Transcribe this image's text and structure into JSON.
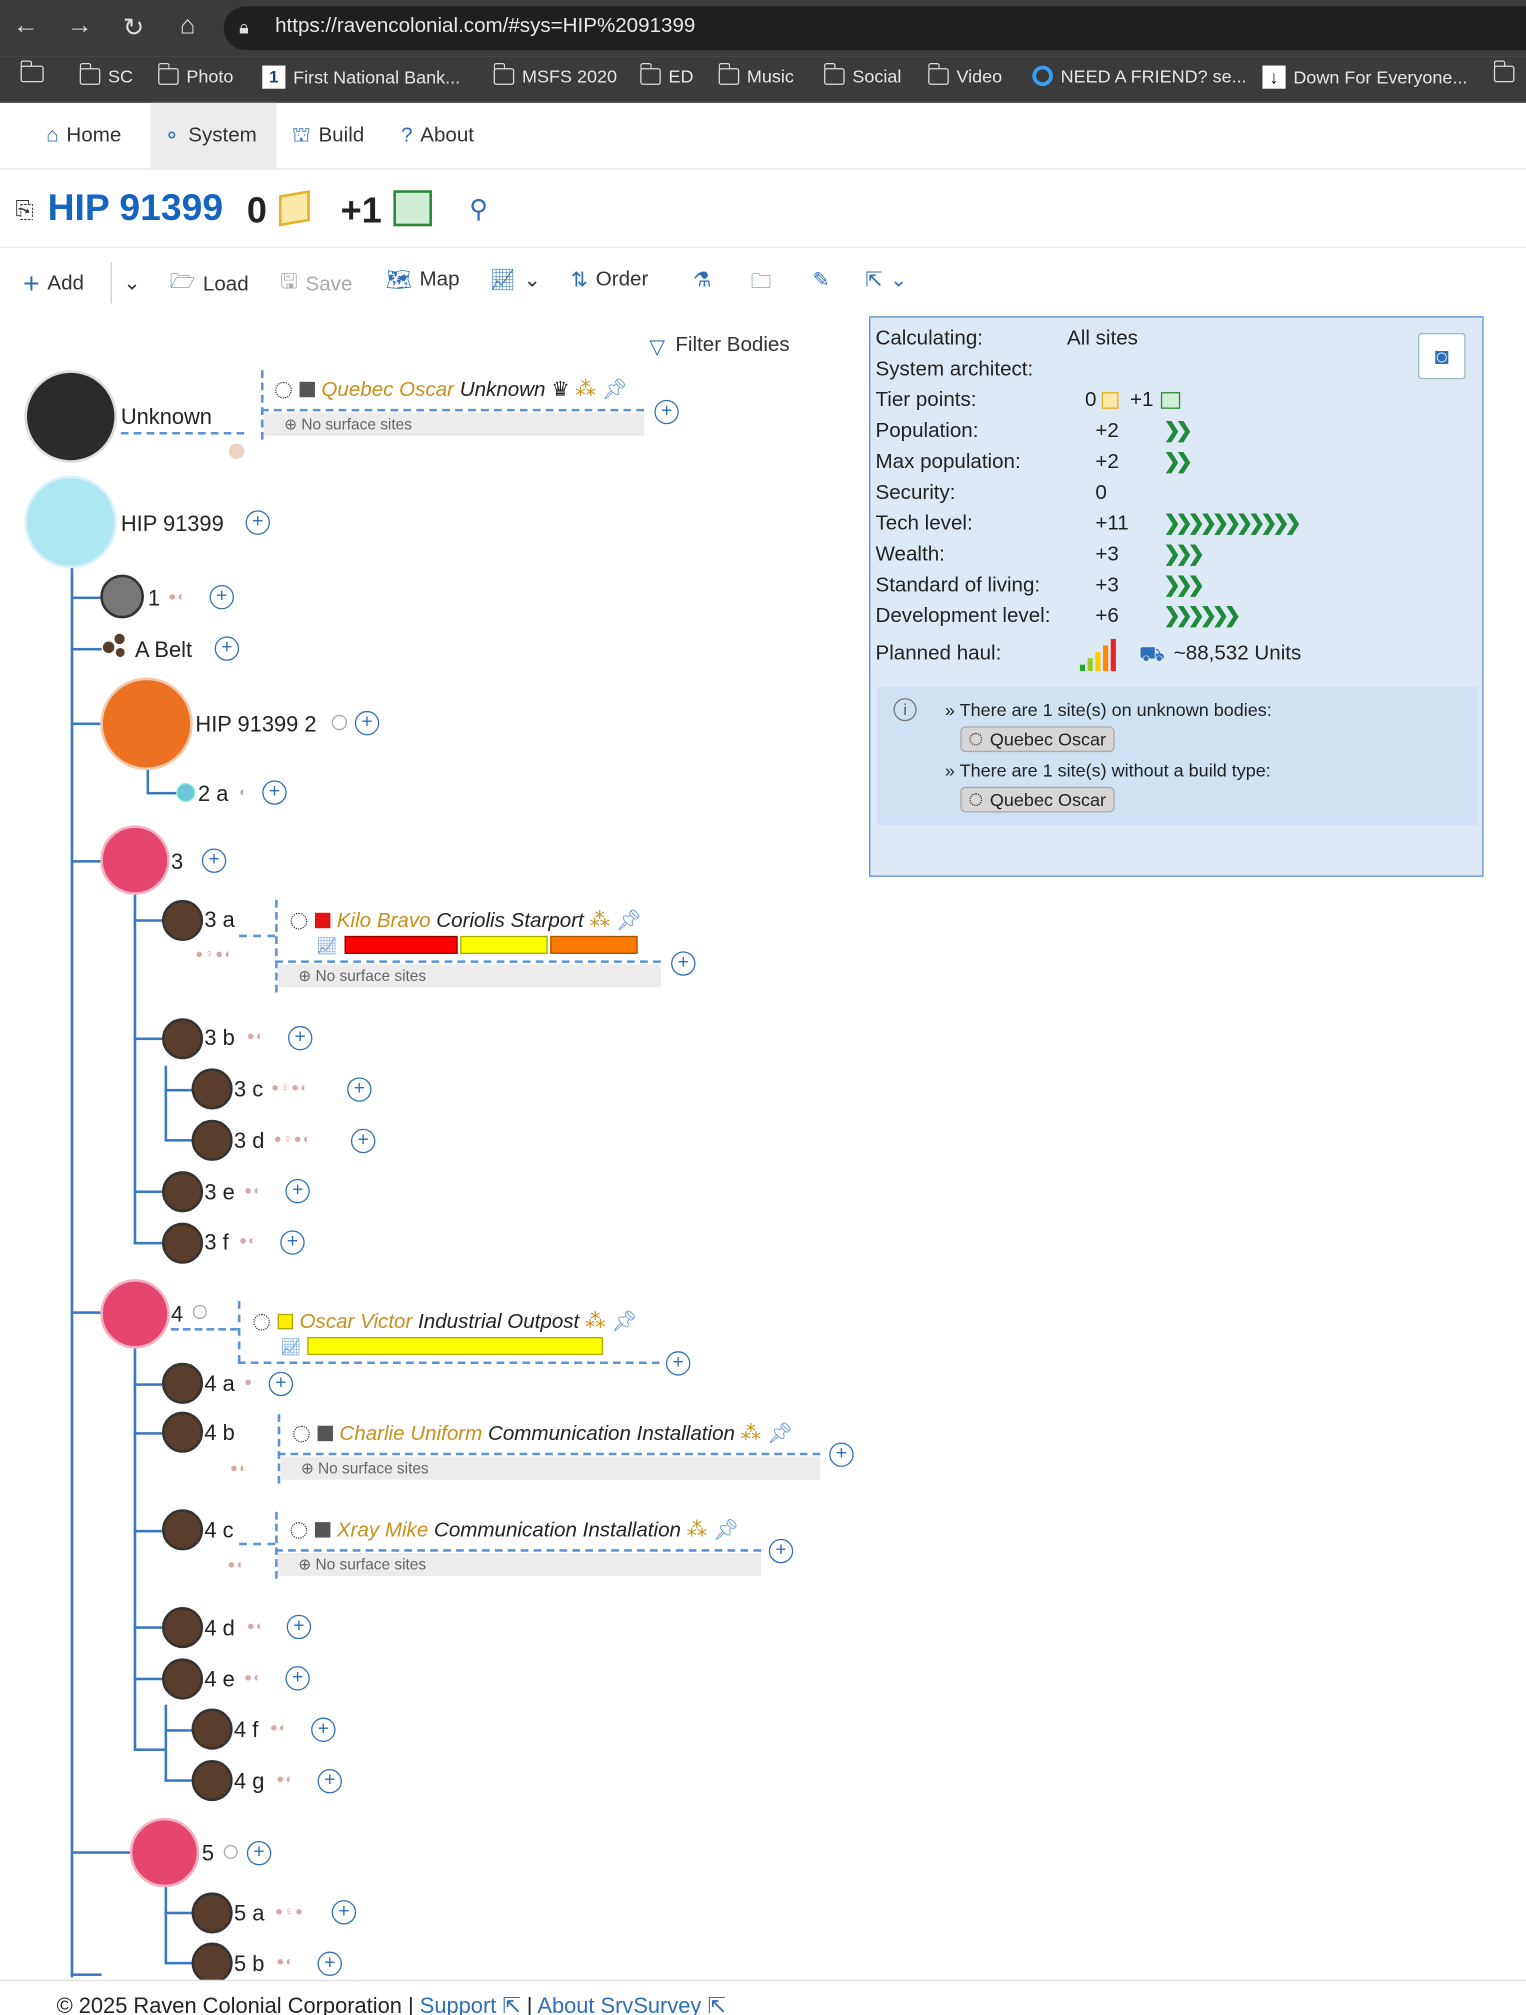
{
  "browser": {
    "url": "https://ravencolonial.com/#sys=HIP%2091399",
    "bookmarks": [
      "SC",
      "Photo",
      "First National Bank...",
      "MSFS 2020",
      "ED",
      "Music",
      "Social",
      "Video",
      "NEED A FRIEND? se...",
      "Down For Everyone..."
    ]
  },
  "nav": {
    "home": "Home",
    "system": "System",
    "build": "Build",
    "about": "About"
  },
  "header": {
    "system_name": "HIP 91399",
    "tier_a": "0",
    "tier_b": "+1"
  },
  "toolbar": {
    "add": "Add",
    "load": "Load",
    "save": "Save",
    "map": "Map",
    "order": "Order",
    "filter": "Filter Bodies"
  },
  "bodies": {
    "unknown": "Unknown",
    "star": "HIP 91399",
    "b1": "1",
    "belt": "A Belt",
    "star2": "HIP 91399 2",
    "b2a": "2 a",
    "b3": "3",
    "b3a": "3 a",
    "b3b": "3 b",
    "b3c": "3 c",
    "b3d": "3 d",
    "b3e": "3 e",
    "b3f": "3 f",
    "b4": "4",
    "b4a": "4 a",
    "b4b": "4 b",
    "b4c": "4 c",
    "b4d": "4 d",
    "b4e": "4 e",
    "b4f": "4 f",
    "b4g": "4 g",
    "b5": "5",
    "b5a": "5 a",
    "b5b": "5 b"
  },
  "sites": {
    "quebec": {
      "name": "Quebec Oscar",
      "type": "Unknown"
    },
    "kilo": {
      "name": "Kilo Bravo",
      "type": "Coriolis Starport"
    },
    "oscar": {
      "name": "Oscar Victor",
      "type": "Industrial Outpost"
    },
    "charlie": {
      "name": "Charlie Uniform",
      "type": "Communication Installation"
    },
    "xray": {
      "name": "Xray Mike",
      "type": "Communication Installation"
    },
    "no_surface": "No surface sites"
  },
  "panel": {
    "calculating_label": "Calculating:",
    "calculating_value": "All sites",
    "architect_label": "System architect:",
    "tier_label": "Tier points:",
    "tier_a": "0",
    "tier_b": "+1",
    "rows": [
      {
        "label": "Population:",
        "value": "+2"
      },
      {
        "label": "Max population:",
        "value": "+2"
      },
      {
        "label": "Security:",
        "value": "0"
      },
      {
        "label": "Tech level:",
        "value": "+11"
      },
      {
        "label": "Wealth:",
        "value": "+3"
      },
      {
        "label": "Standard of living:",
        "value": "+3"
      },
      {
        "label": "Development level:",
        "value": "+6"
      }
    ],
    "haul_label": "Planned haul:",
    "haul_value": "~88,532 Units",
    "note1": "» There are 1 site(s) on unknown bodies:",
    "note2": "» There are 1 site(s) without a build type:",
    "pill": "Quebec Oscar"
  },
  "footer": {
    "copyright": "© 2025 Raven Colonial Corporation",
    "support": "Support",
    "about": "About SrvSurvey"
  },
  "colors": {
    "accent": "#1565c0",
    "line": "#3a78c2",
    "panel_bg": "#ddeaf6",
    "site_name": "#c8901c"
  }
}
